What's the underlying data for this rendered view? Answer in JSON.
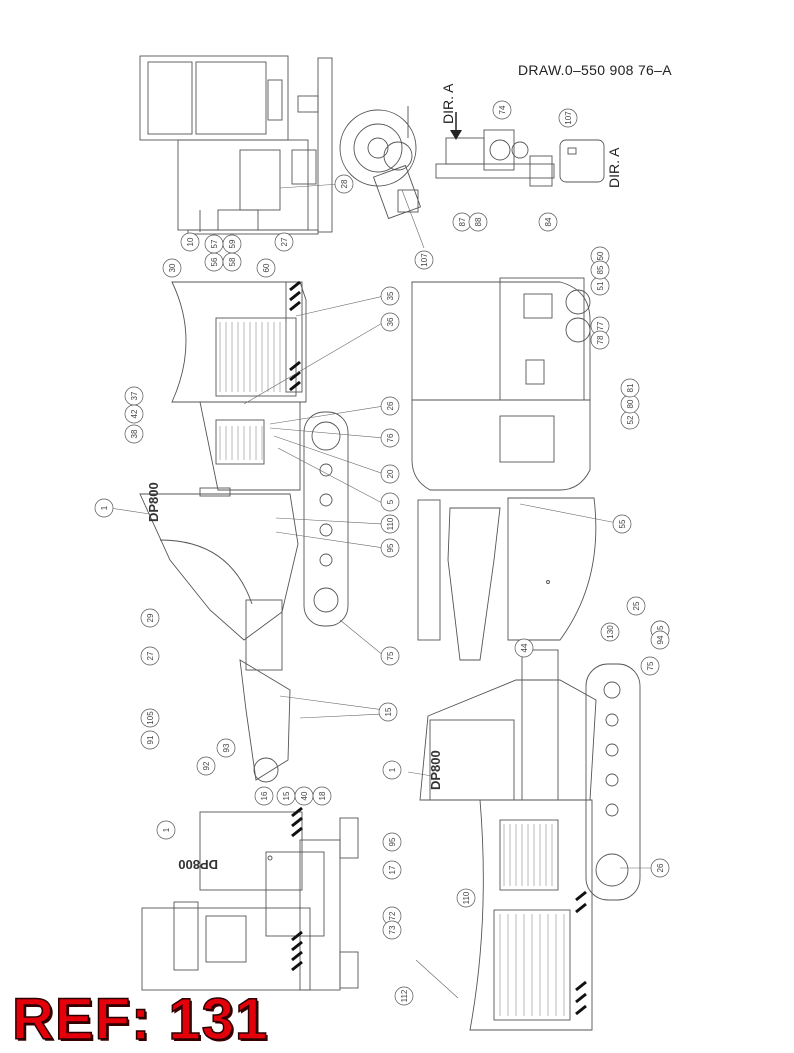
{
  "drawing_number": "DRAW.0–550 908 76–A",
  "direction_labels": [
    "DIR. A",
    "DIR. A"
  ],
  "ref_label": "REF: 131",
  "model_badge": "DP800",
  "callouts": [
    "1",
    "5",
    "10",
    "15",
    "16",
    "17",
    "18",
    "20",
    "25",
    "26",
    "27",
    "28",
    "29",
    "30",
    "35",
    "36",
    "37",
    "38",
    "40",
    "42",
    "44",
    "45",
    "50",
    "51",
    "52",
    "55",
    "56",
    "57",
    "58",
    "59",
    "60",
    "72",
    "73",
    "74",
    "75",
    "76",
    "77",
    "78",
    "80",
    "81",
    "84",
    "85",
    "87",
    "88",
    "91",
    "92",
    "93",
    "94",
    "95",
    "105",
    "107",
    "110",
    "112",
    "130"
  ]
}
